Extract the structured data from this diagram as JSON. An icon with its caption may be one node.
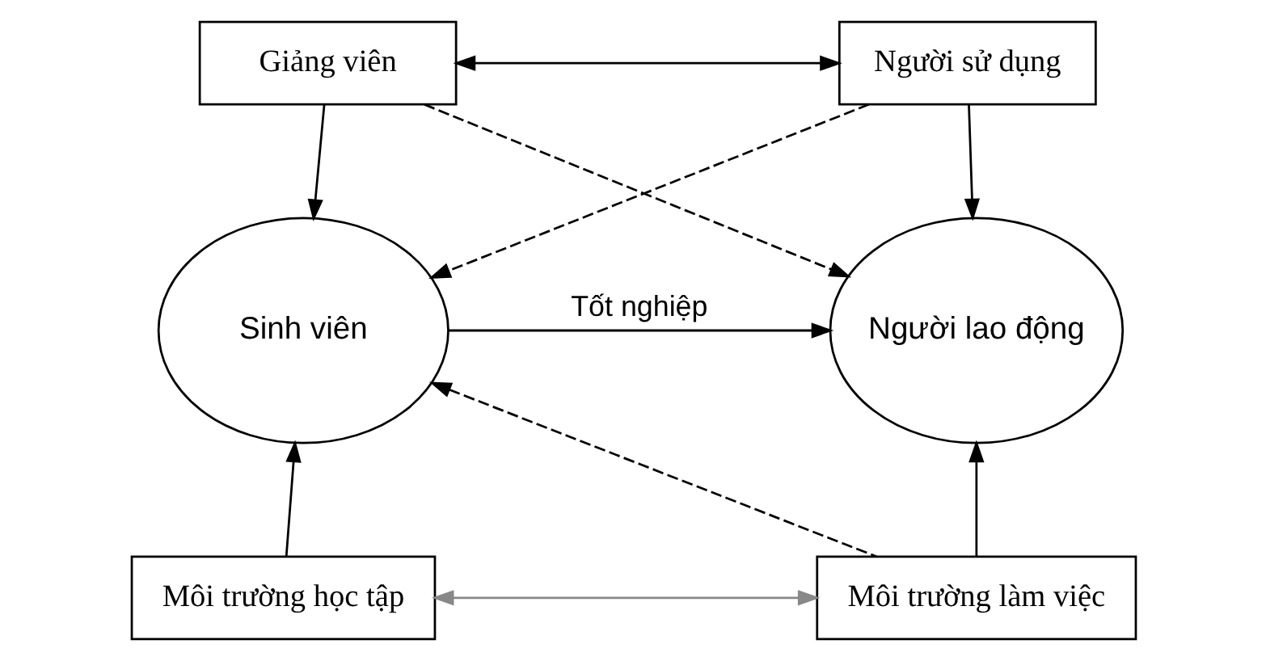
{
  "diagram": {
    "nodes": [
      {
        "text": [
          "Giảng viên"
        ]
      },
      {
        "text": [
          "Người sử dụng"
        ]
      },
      {
        "text": [
          "Sinh viên"
        ]
      },
      {
        "text": [
          "Người lao động"
        ]
      },
      {
        "text": [
          "Môi trường học tập"
        ]
      },
      {
        "text": [
          "Môi trường làm việc"
        ]
      }
    ],
    "edges": [
      {
        "from": 0,
        "to": 1,
        "arrow": "both"
      },
      {
        "from": 0,
        "to": 2,
        "arrow": "to"
      },
      {
        "from": 0,
        "to": 3,
        "arrow": "to",
        "style": "dashed"
      },
      {
        "from": 1,
        "to": 2,
        "arrow": "to",
        "style": "dashed"
      },
      {
        "from": 1,
        "to": 3,
        "arrow": "to"
      },
      {
        "from": 2,
        "to": 3,
        "arrow": "to",
        "label": "Tốt nghiệp"
      },
      {
        "from": 4,
        "to": 2,
        "arrow": "to"
      },
      {
        "from": 5,
        "to": 3,
        "arrow": "to"
      },
      {
        "from": 5,
        "to": 2,
        "arrow": "to",
        "style": "dashed"
      },
      {
        "from": 4,
        "to": 5,
        "arrow": "both",
        "color": "#888888"
      }
    ]
  }
}
